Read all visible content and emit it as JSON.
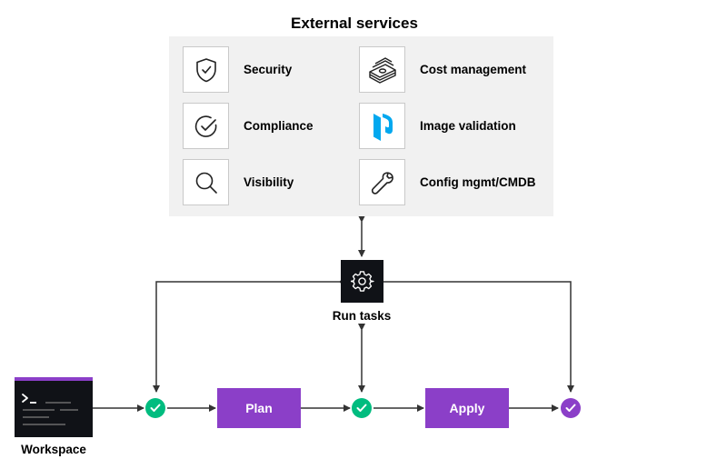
{
  "title": "External services",
  "services": [
    {
      "label": "Security",
      "icon": "shield-check-icon"
    },
    {
      "label": "Compliance",
      "icon": "circle-check-icon"
    },
    {
      "label": "Visibility",
      "icon": "magnifier-icon"
    },
    {
      "label": "Cost management",
      "icon": "money-stack-icon"
    },
    {
      "label": "Image validation",
      "icon": "packer-logo-icon"
    },
    {
      "label": "Config mgmt/CMDB",
      "icon": "wrench-icon"
    }
  ],
  "run_tasks": {
    "label": "Run tasks",
    "icon": "gear-icon"
  },
  "workspace": {
    "label": "Workspace",
    "icon": "terminal-icon"
  },
  "plan": {
    "label": "Plan"
  },
  "apply": {
    "label": "Apply"
  },
  "colors": {
    "green": "#00bc7f",
    "purple": "#8b3fc8",
    "dark": "#101217",
    "panel": "#f1f1f1",
    "arrow": "#333333"
  }
}
